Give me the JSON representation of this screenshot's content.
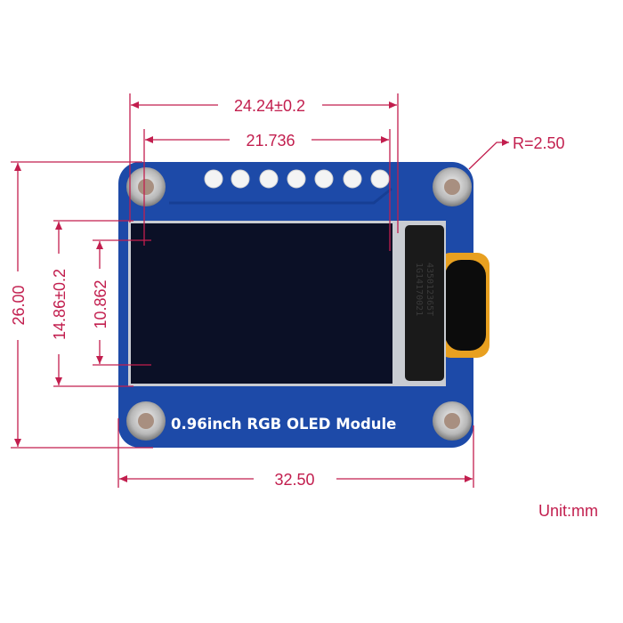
{
  "module_label": "0.96inch RGB OLED Module",
  "unit": "Unit:mm",
  "dimensions": {
    "pcb_width": "32.50",
    "pcb_height": "26.00",
    "display_outline_width": "24.24±0.2",
    "active_area_width": "21.736",
    "display_outline_height": "14.86±0.2",
    "active_area_height": "10.862",
    "corner_radius": "R=2.50"
  },
  "connector_text": [
    "435012365T",
    "1G14170021"
  ],
  "colors": {
    "dimension": "#c21e4e",
    "pcb": "#1d4aa8",
    "screen": "#0b1026"
  }
}
